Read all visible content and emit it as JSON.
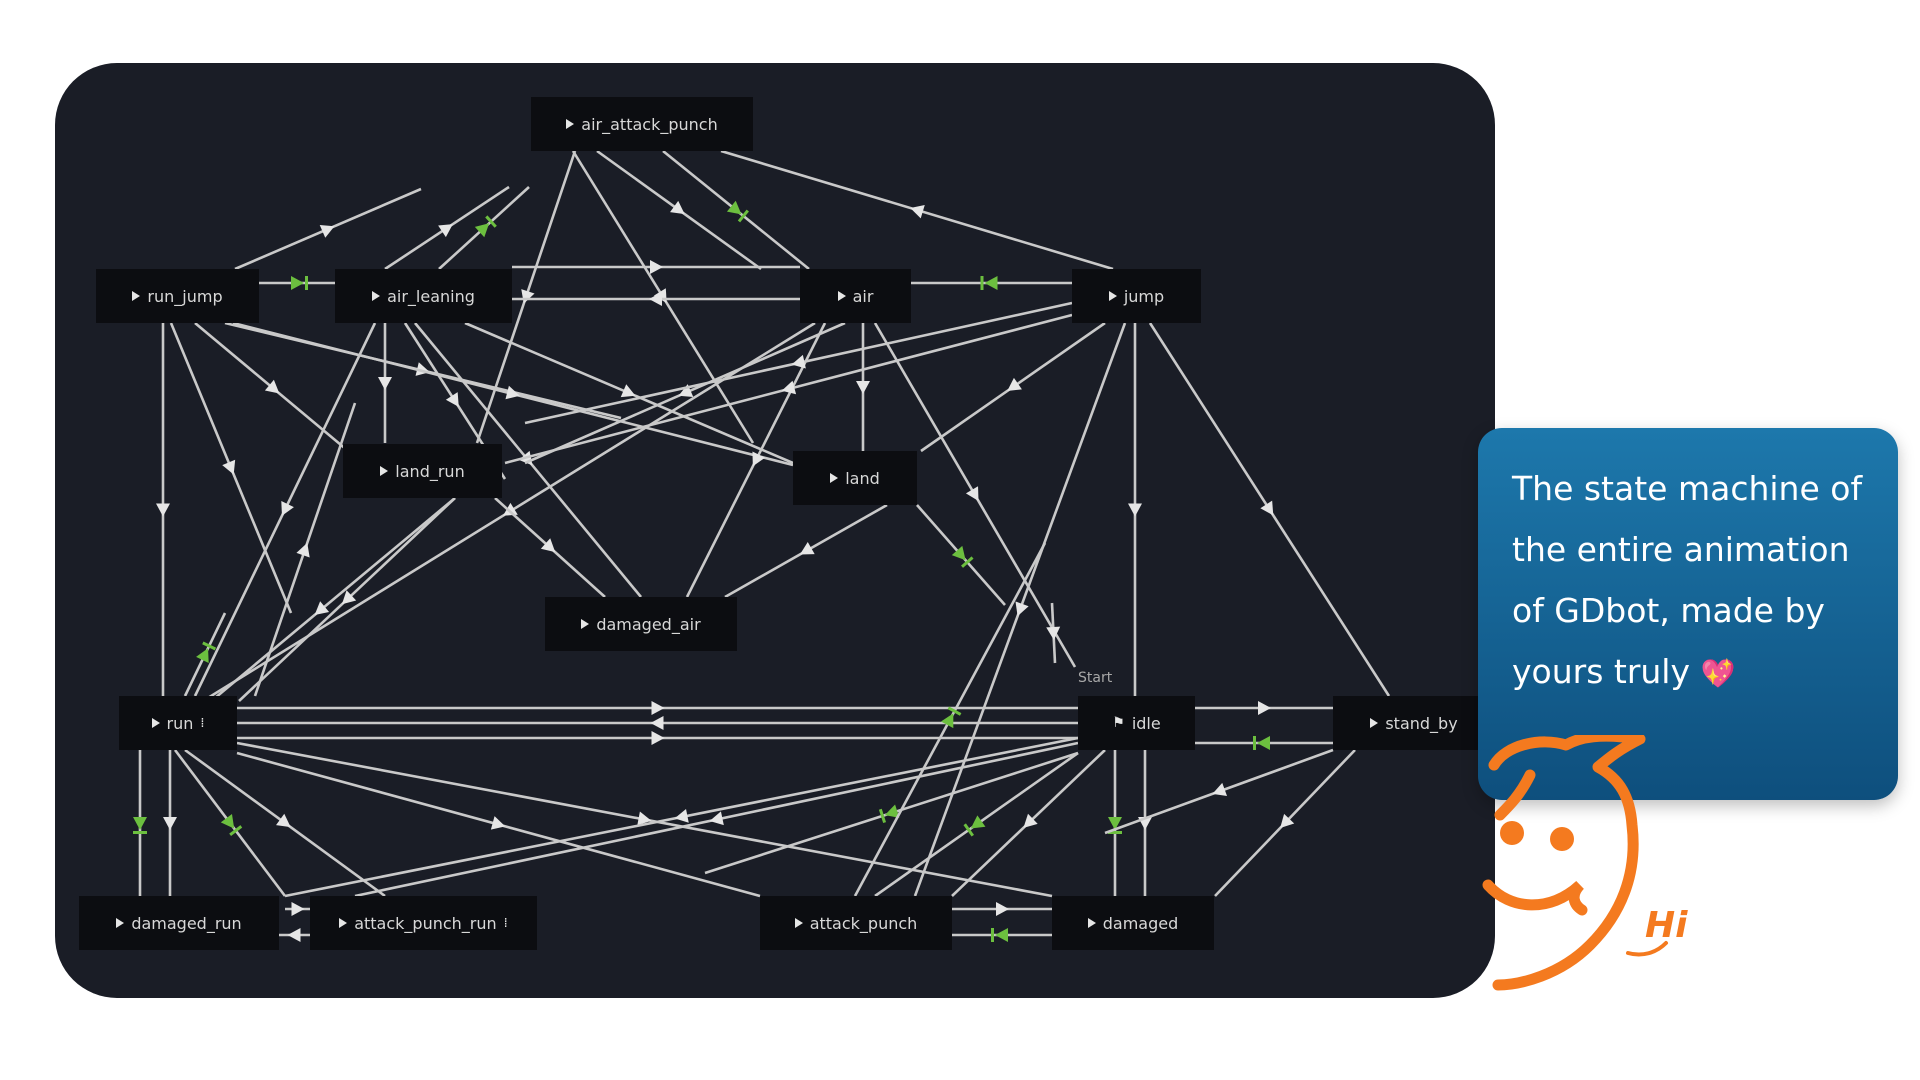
{
  "diagram": {
    "nodes": [
      {
        "id": "air_attack_punch",
        "label": "air_attack_punch"
      },
      {
        "id": "run_jump",
        "label": "run_jump"
      },
      {
        "id": "air_leaning",
        "label": "air_leaning"
      },
      {
        "id": "air",
        "label": "air"
      },
      {
        "id": "jump",
        "label": "jump"
      },
      {
        "id": "land_run",
        "label": "land_run"
      },
      {
        "id": "land",
        "label": "land"
      },
      {
        "id": "damaged_air",
        "label": "damaged_air"
      },
      {
        "id": "run",
        "label": "run"
      },
      {
        "id": "idle",
        "label": "idle"
      },
      {
        "id": "stand_by",
        "label": "stand_by"
      },
      {
        "id": "damaged_run",
        "label": "damaged_run"
      },
      {
        "id": "attack_punch_run",
        "label": "attack_punch_run"
      },
      {
        "id": "attack_punch",
        "label": "attack_punch"
      },
      {
        "id": "damaged",
        "label": "damaged"
      }
    ],
    "start_label": "Start",
    "icons": {
      "play": "play-icon",
      "script": "script-icon",
      "start": "start-flag-icon"
    },
    "colors": {
      "panel": "#1a1d26",
      "node": "#0c0d11",
      "edge": "#c9c9c9",
      "arrow_auto": "#6cbf3f"
    }
  },
  "caption": {
    "text": "The state machine of the entire animation of GDbot, made by yours truly",
    "emoji": "💖",
    "emoji_name": "sparkling-heart-icon"
  },
  "mascot": {
    "greeting": "Hi",
    "color": "#f47a1f"
  }
}
